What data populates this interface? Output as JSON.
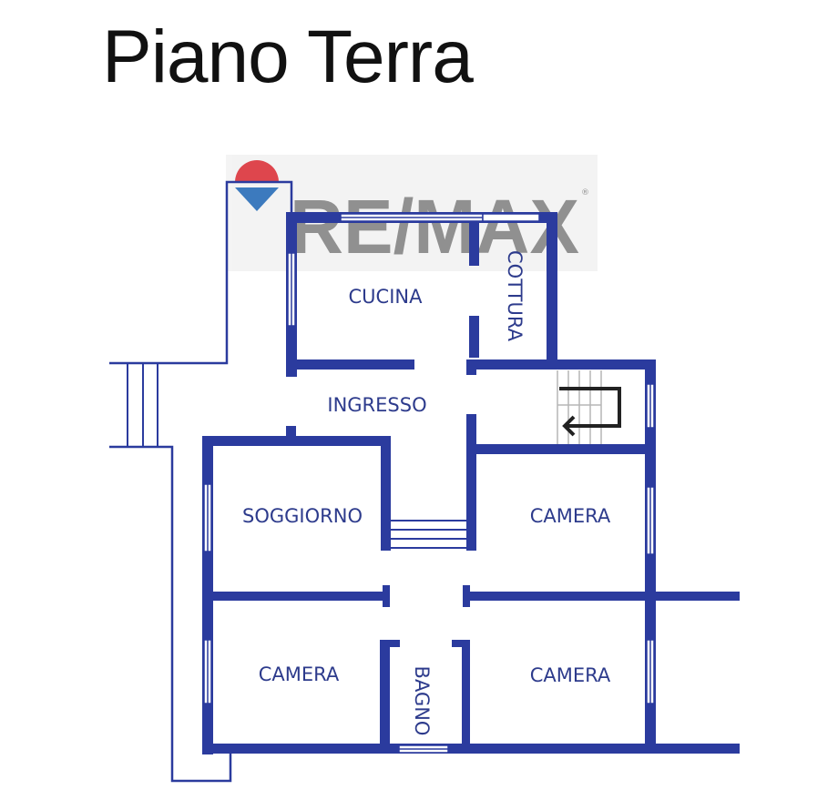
{
  "floor_title": "Piano Terra",
  "watermark": {
    "brand_text": "RE/MAX",
    "registered_mark": "®"
  },
  "rooms": {
    "cucina": "CUCINA",
    "cottura": "COTTURA",
    "ingresso": "INGRESSO",
    "soggiorno": "SOGGIORNO",
    "camera_east_upper": "CAMERA",
    "camera_west_lower": "CAMERA",
    "camera_east_lower": "CAMERA",
    "bagno": "BAGNO"
  },
  "colors": {
    "wall": "#2b3b9e",
    "outline": "#2b3b9e",
    "stairs": "#222222",
    "label": "#2d3b8c",
    "watermark_text": "#7d7d7d",
    "watermark_bg": "#f2f2f2",
    "balloon_red": "#d9262e",
    "balloon_blue": "#1b63b3"
  }
}
